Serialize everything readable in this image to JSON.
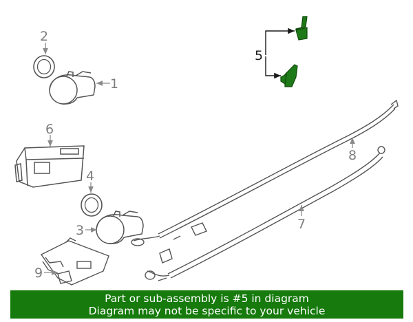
{
  "diagram": {
    "callouts": {
      "c1": "1",
      "c2": "2",
      "c3": "3",
      "c4": "4",
      "c5": "5",
      "c6": "6",
      "c7": "7",
      "c8": "8",
      "c9": "9"
    },
    "highlight_color": "#1e7a18"
  },
  "banner": {
    "line1": "Part or sub-assembly is #5 in diagram",
    "line2": "Diagram may not be specific to your vehicle",
    "background": "#167a0c"
  }
}
